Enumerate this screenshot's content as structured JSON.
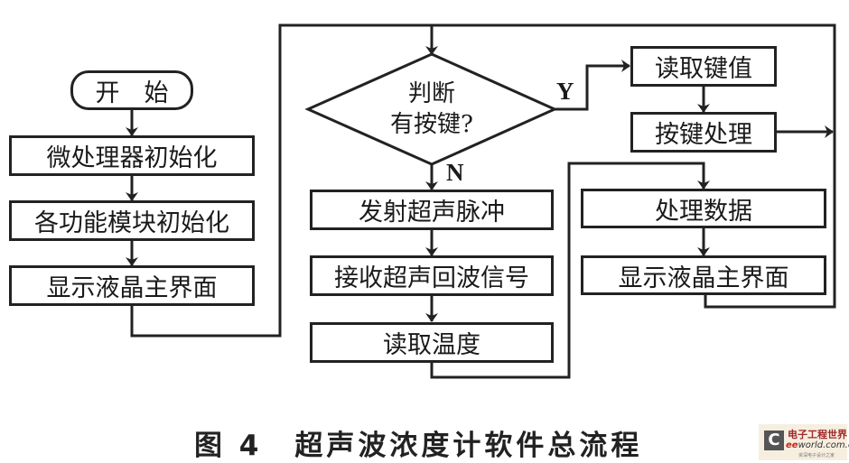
{
  "figure": {
    "caption_number": "图 4",
    "caption_title": "超声波浓度计软件总流程"
  },
  "flowchart": {
    "start": "开　始",
    "init_steps": [
      "微处理器初始化",
      "各功能模块初始化",
      "显示液晶主界面"
    ],
    "decision": {
      "line1": "判断",
      "line2": "有按键?"
    },
    "yes_label": "Y",
    "no_label": "N",
    "yes_branch": [
      "读取键值",
      "按键处理"
    ],
    "no_branch": [
      "发射超声脉冲",
      "接收超声回波信号",
      "读取温度"
    ],
    "process_branch": [
      "处理数据",
      "显示液晶主界面"
    ]
  },
  "watermark": {
    "icon": "c-logo-icon",
    "name_cn": "电子工程世界",
    "domain_prefix": "ee",
    "domain_rest": "world.com.cn",
    "tagline": "资深电子设计之家"
  }
}
